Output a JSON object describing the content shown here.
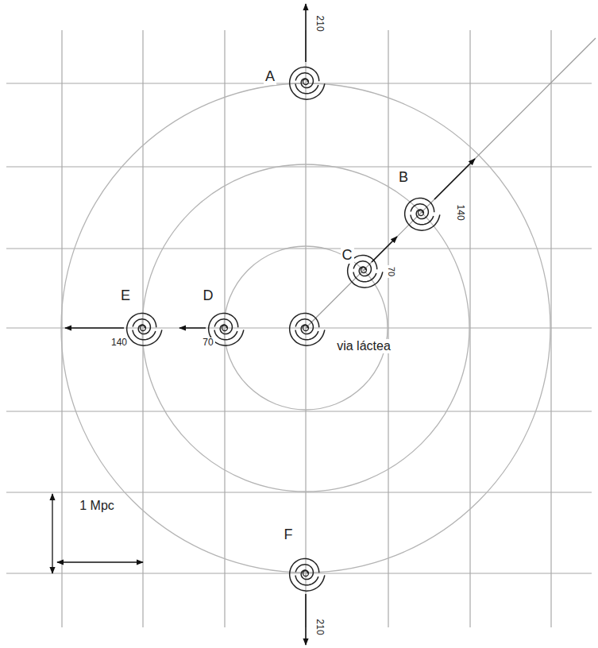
{
  "diagram": {
    "labels": [
      "A",
      "210",
      "B",
      "140",
      "C",
      "70",
      "E",
      "140",
      "D",
      "70",
      "via láctea",
      "F",
      "210",
      "1 Mpc"
    ]
  }
}
